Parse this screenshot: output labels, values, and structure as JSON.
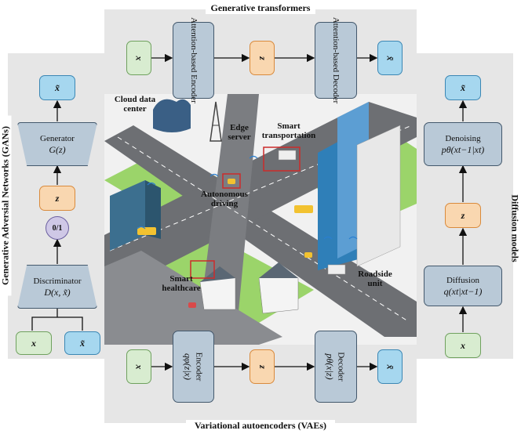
{
  "titles": {
    "top": "Generative transformers",
    "bottom": "Variational autoencoders (VAEs)",
    "left": "Generative Adversial Networks (GANs)",
    "right": "Diffusion models"
  },
  "transformer": {
    "input": "x",
    "encoder": "Attention-based Encoder",
    "latent": "z",
    "decoder": "Attention-based Decoder",
    "output": "x̃"
  },
  "vae": {
    "input": "x",
    "encoder": "Encoder",
    "encoder_fn": "qφ(z|x)",
    "latent": "z",
    "decoder": "Decoder",
    "decoder_fn": "pθ(x|z)",
    "output": "x̃"
  },
  "gan": {
    "output": "x̃",
    "generator": "Generator",
    "generator_fn": "G(z)",
    "latent": "z",
    "decision": "0/1",
    "discriminator": "Discriminator",
    "discriminator_fn": "D(x, x̃)",
    "input_real": "x",
    "input_fake": "x̃"
  },
  "diffusion": {
    "output": "x̃",
    "denoising": "Denoising",
    "denoising_fn": "pθ(xt−1|xt)",
    "latent": "z",
    "diffusion": "Diffusion",
    "diffusion_fn": "q(xt|xt−1)",
    "input": "x"
  },
  "city_labels": {
    "cloud": "Cloud data center",
    "edge": "Edge server",
    "transport": "Smart transportation",
    "autonomous": "Autonomous driving",
    "healthcare": "Smart healthcare",
    "roadside": "Roadside unit"
  },
  "colors": {
    "panel": "#e6e6e6",
    "input_box": "#d8ecd0",
    "latent_box": "#f9d7b0",
    "output_box": "#a6d7ef",
    "block_box": "#b9c9d7",
    "road": "#6d6f73",
    "grass": "#9bd46a"
  }
}
